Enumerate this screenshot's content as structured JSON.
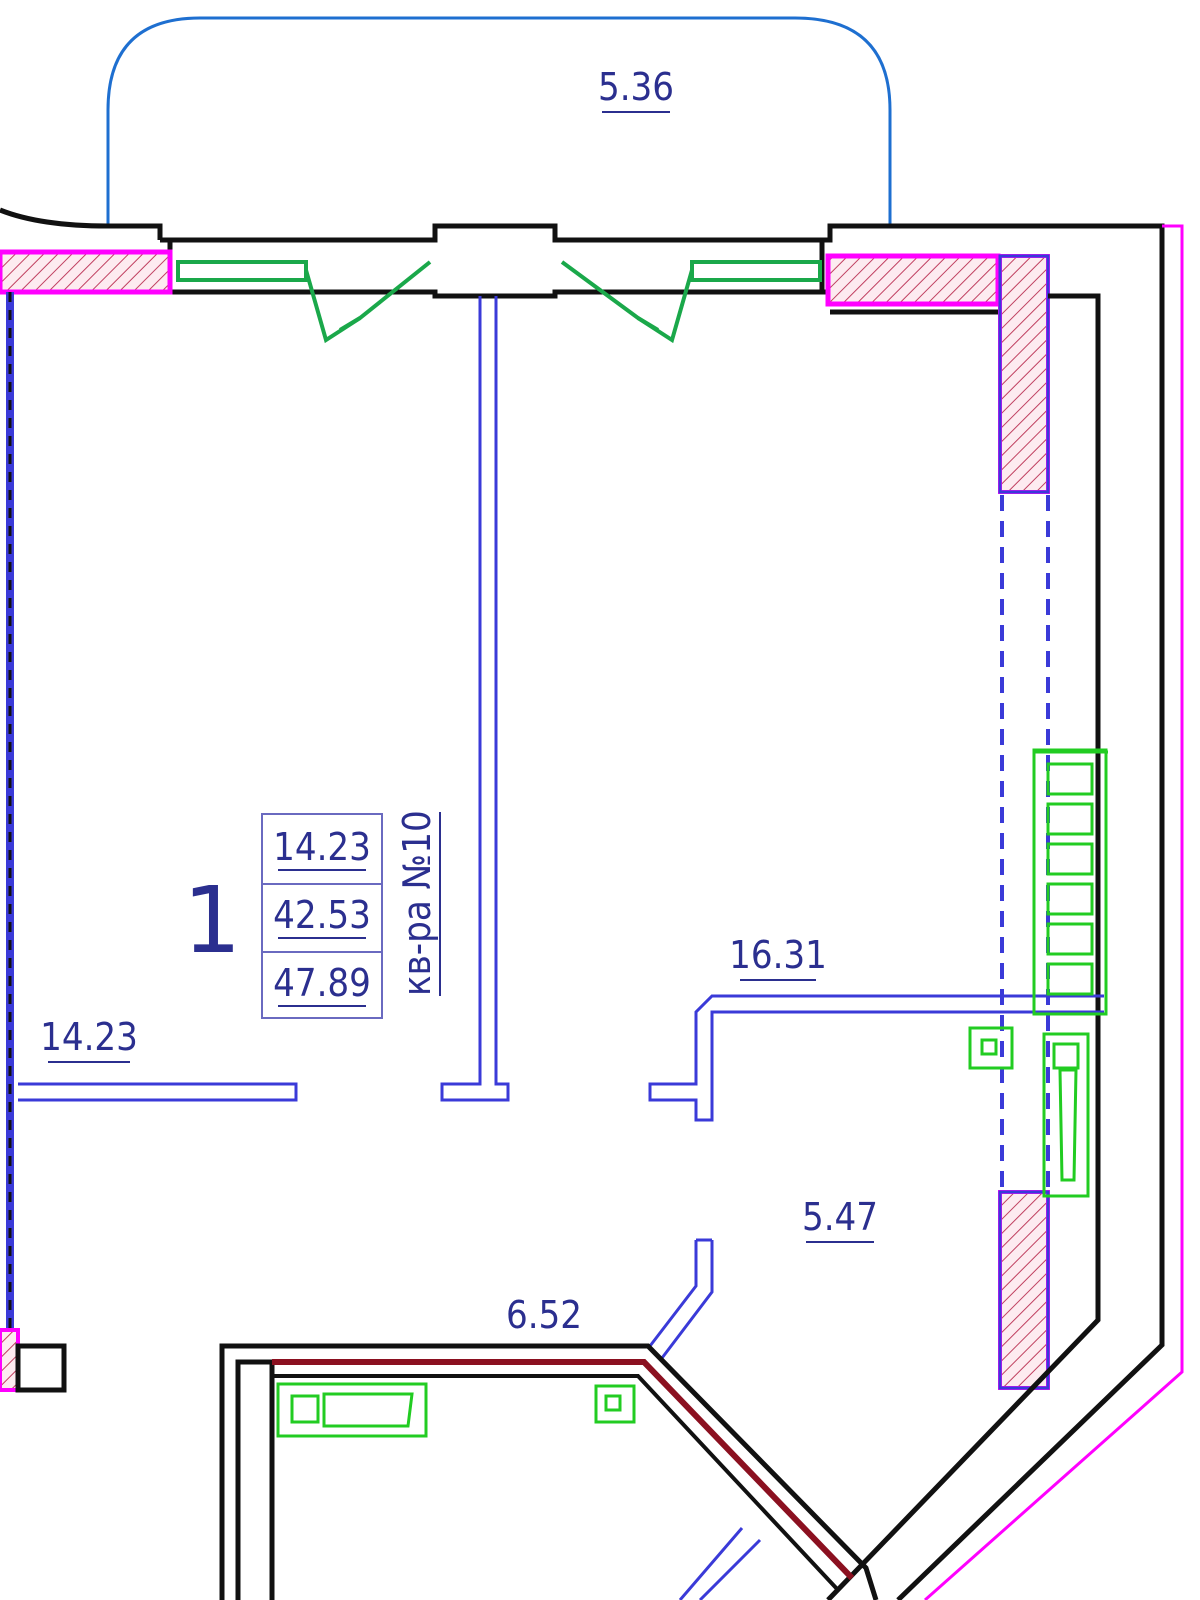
{
  "plan": {
    "apartment_number": "1",
    "apartment_label": "кв-ра №10",
    "areas": [
      "14.23",
      "42.53",
      "47.89"
    ],
    "rooms": {
      "balcony": "5.36",
      "room_left": "14.23",
      "room_right": "16.31",
      "hall": "5.47",
      "bath": "6.52"
    }
  },
  "colors": {
    "wall": "#111111",
    "partition": "#3a3ad8",
    "hatch": "#ff00ff",
    "fixtures": "#22cc22",
    "window": "#1aa84a",
    "balcony_outline": "#1e6fd0",
    "label": "#2b2f8f",
    "dark_red": "#8b1020"
  }
}
